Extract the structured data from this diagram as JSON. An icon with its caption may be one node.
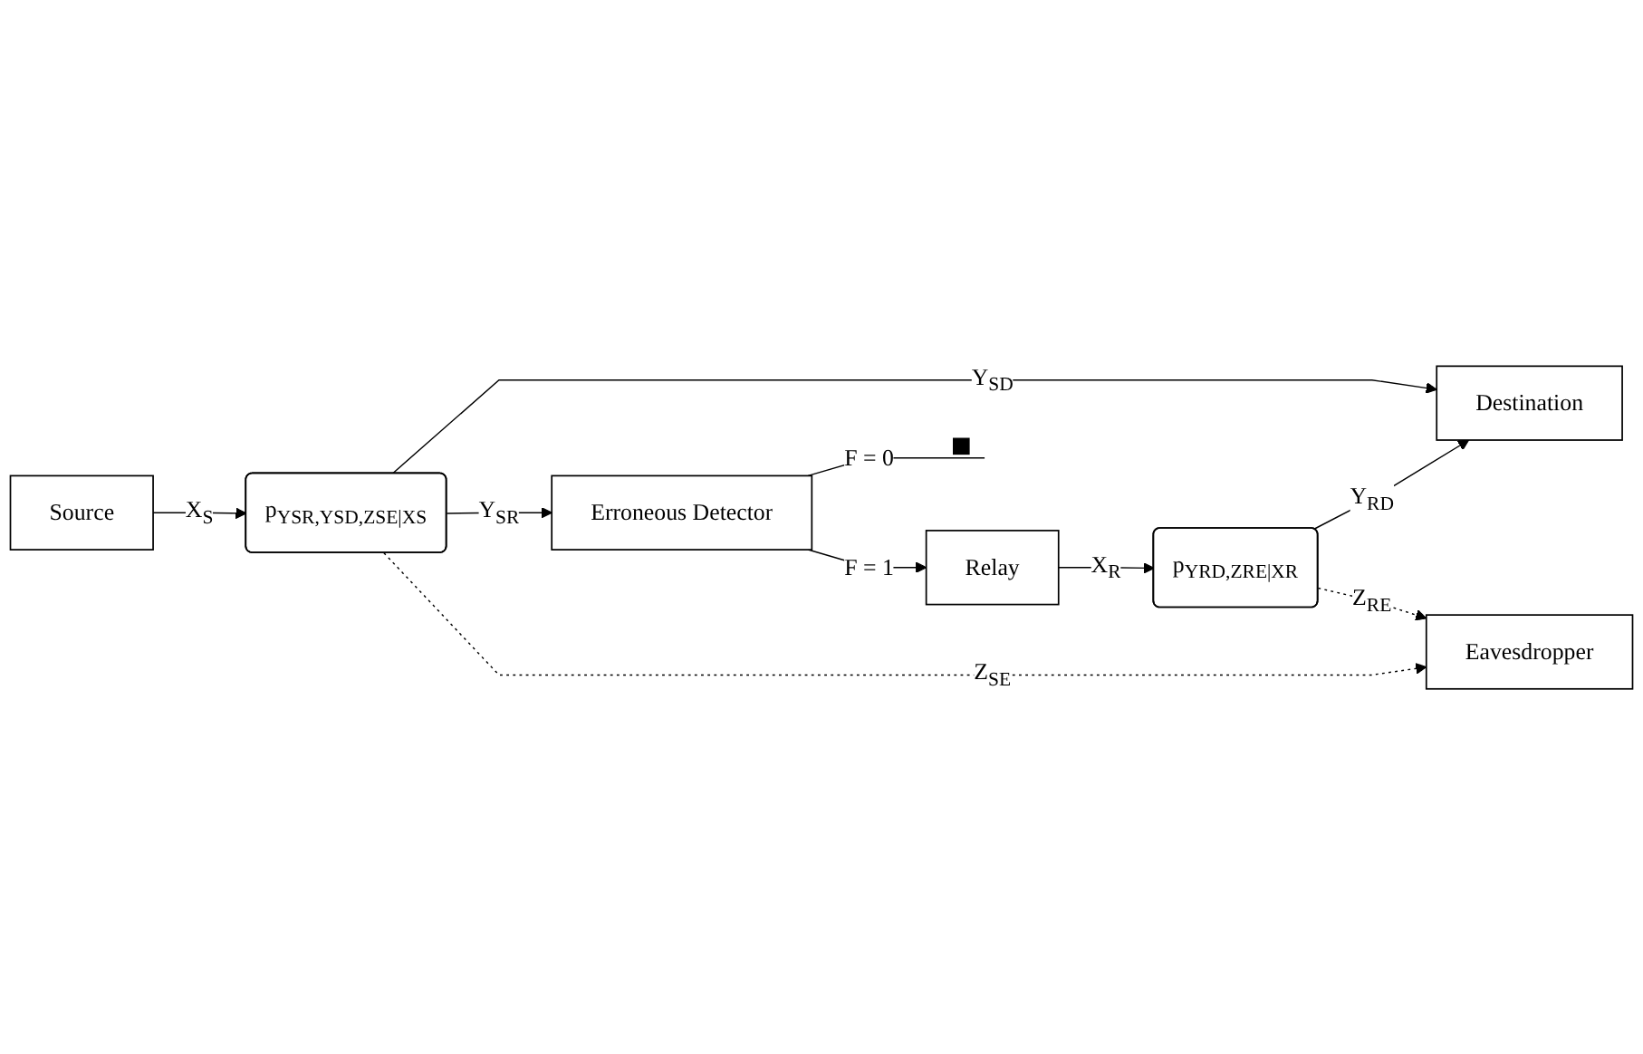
{
  "diagram": {
    "nodes": [
      {
        "text": [
          "Relay"
        ]
      },
      {
        "text": [
          "Erroneous Detector"
        ]
      },
      {
        "text": [
          "p$_{YRD,ZRE|XR}$"
        ]
      },
      {
        "text": [
          "Source"
        ]
      },
      {
        "text": [
          "p$_{YSR,YSD,ZSE|XS}$"
        ]
      },
      {
        "text": [
          "Destination"
        ]
      },
      {
        "text": [
          "Eavesdropper"
        ]
      },
      {
        "text": [],
        "shape": "box"
      }
    ],
    "edges": [
      {
        "from": 1,
        "to": 0,
        "arrow": "to",
        "label": "F = 1"
      },
      {
        "from": 1,
        "to": 7,
        "arrow": "none",
        "label": "F = 0"
      },
      {
        "from": 0,
        "to": 2,
        "arrow": "to",
        "label": "X$_{R}$"
      },
      {
        "from": 3,
        "to": 4,
        "arrow": "to",
        "label": "X$_{S}$"
      },
      {
        "from": 4,
        "to": 1,
        "arrow": "to",
        "label": "Y$_{SR}$"
      },
      {
        "from": 4,
        "to": 5,
        "arrow": "to",
        "label": "Y$_{SD}$"
      },
      {
        "from": 2,
        "to": 5,
        "arrow": "to",
        "label": "Y$_{RD}$"
      },
      {
        "from": 2,
        "to": 6,
        "arrow": "to",
        "label": "Z$_{RE}$",
        "style": "dashed"
      },
      {
        "from": 4,
        "to": 6,
        "arrow": "to",
        "label": "Z$_{SE}$",
        "style": "dashed"
      }
    ]
  }
}
